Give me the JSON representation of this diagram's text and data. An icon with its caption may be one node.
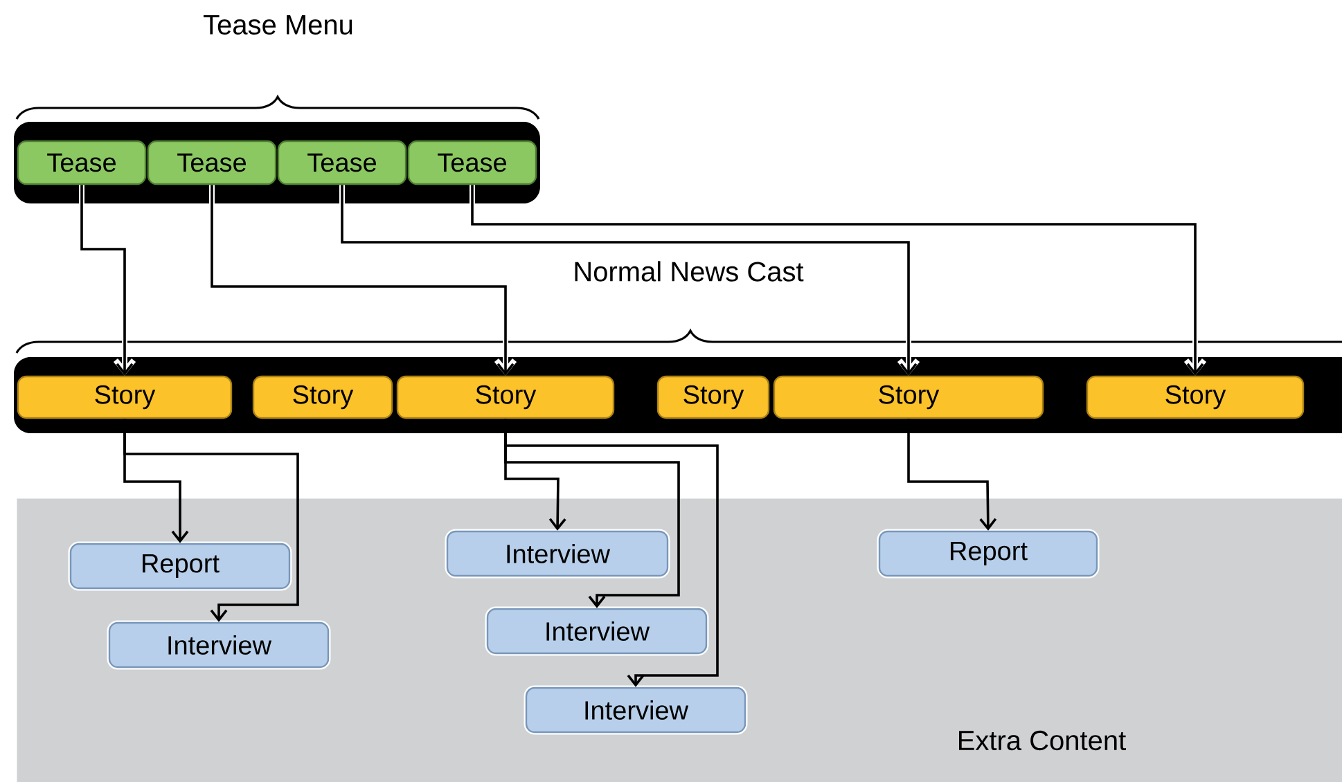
{
  "diagram": {
    "nodes": [
      {
        "text": [
          "Tease"
        ]
      },
      {
        "text": [
          "Tease"
        ]
      },
      {
        "text": [
          "Tease"
        ]
      },
      {
        "text": [
          "Tease"
        ]
      },
      {
        "text": [
          "Story"
        ]
      },
      {
        "text": [
          "Story"
        ]
      },
      {
        "text": [
          "Story"
        ]
      },
      {
        "text": [
          "Story"
        ]
      },
      {
        "text": [
          "Story"
        ]
      },
      {
        "text": [
          "Story"
        ]
      },
      {
        "text": [
          "Extra Content"
        ]
      },
      {
        "text": [
          "Report"
        ],
        "in": 10
      },
      {
        "text": [
          "Interview"
        ],
        "in": 10
      },
      {
        "text": [
          "Interview"
        ],
        "in": 10
      },
      {
        "text": [
          "Interview"
        ],
        "in": 10
      },
      {
        "text": [
          "Interview"
        ],
        "in": 10
      },
      {
        "text": [
          "Report"
        ],
        "in": 10
      }
    ],
    "edges": [
      {
        "from": 0,
        "to": 4,
        "arrow": "to"
      },
      {
        "from": 1,
        "to": 6,
        "arrow": "to"
      },
      {
        "from": 2,
        "to": 8,
        "arrow": "to"
      },
      {
        "from": 3,
        "to": 9,
        "arrow": "to"
      },
      {
        "from": 4,
        "to": 11,
        "arrow": "to"
      },
      {
        "from": 4,
        "to": 12,
        "arrow": "to"
      },
      {
        "from": 6,
        "to": 13,
        "arrow": "to"
      },
      {
        "from": 6,
        "to": 14,
        "arrow": "to"
      },
      {
        "from": 6,
        "to": 15,
        "arrow": "to"
      },
      {
        "from": 8,
        "to": 16,
        "arrow": "to"
      }
    ],
    "labels": [
      "Tease Menu",
      "Normal News Cast"
    ]
  }
}
